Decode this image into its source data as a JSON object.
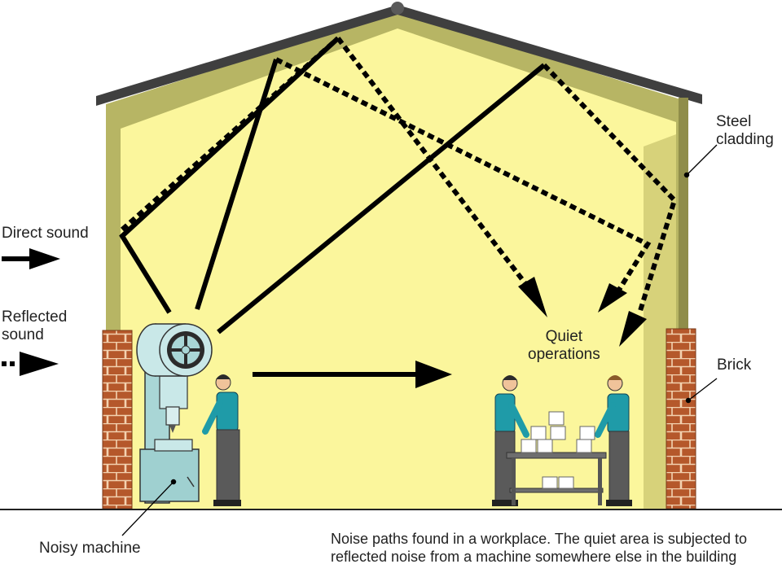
{
  "labels": {
    "direct_sound": "Direct sound",
    "reflected_sound": "Reflected\nsound",
    "steel_cladding": "Steel\ncladding",
    "brick": "Brick",
    "quiet_operations": "Quiet\noperations",
    "noisy_machine": "Noisy machine"
  },
  "caption": "Noise paths found in a workplace. The quiet area is subjected to reflected noise from a machine somewhere else in the building",
  "colors": {
    "interior": "#fbf69c",
    "wall_cladding": "#b7b564",
    "roof": "#3f3f3f",
    "brick": "#b5582b",
    "machine": "#a9d6d6",
    "shirt": "#1f9ba8",
    "trousers": "#5a5a5a",
    "path": "#000000"
  }
}
